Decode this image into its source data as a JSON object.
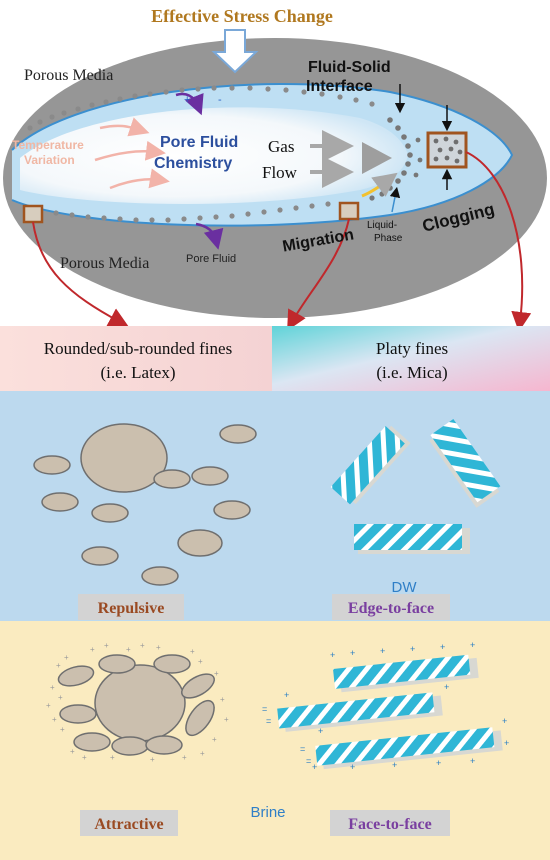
{
  "top": {
    "title": "Effective Stress Change",
    "porous_media_top": "Porous Media",
    "porous_media_bottom": "Porous Media",
    "fluid_solid": "Fluid-Solid",
    "interface": "Interface",
    "temperature": "Temperature",
    "variation": "Variation",
    "pore_fluid": "Pore Fluid",
    "chemistry": "Chemistry",
    "gas": "Gas",
    "flow": "Flow",
    "liquid": "Liquid-",
    "phase": "Phase",
    "clogging": "Clogging",
    "migration": "Migration",
    "pore_fluid_small": "Pore Fluid",
    "ion_plus": "+",
    "ion_minus": "-"
  },
  "header": {
    "left_line1": "Rounded/sub-rounded fines",
    "left_line2": "(i.e. Latex)",
    "right_line1": "Platy fines",
    "right_line2": "(i.e. Mica)"
  },
  "dw_panel": {
    "medium": "DW",
    "left_label": "Repulsive",
    "right_label": "Edge-to-face"
  },
  "brine_panel": {
    "medium": "Brine",
    "left_label": "Attractive",
    "right_label": "Face-to-face"
  },
  "colors": {
    "ellipse_gray": "#969696",
    "pore_blue": "#b9dcf2",
    "dw_bg": "#bcd9ee",
    "brine_bg": "#faebc0",
    "particle": "#cbbfae",
    "mica_cyan": "#2fb6d6",
    "repulsive_text": "#9a4a22",
    "edge_text": "#7a3fa0",
    "arrow_red": "#c0282c",
    "box_brown": "#a0541f"
  }
}
